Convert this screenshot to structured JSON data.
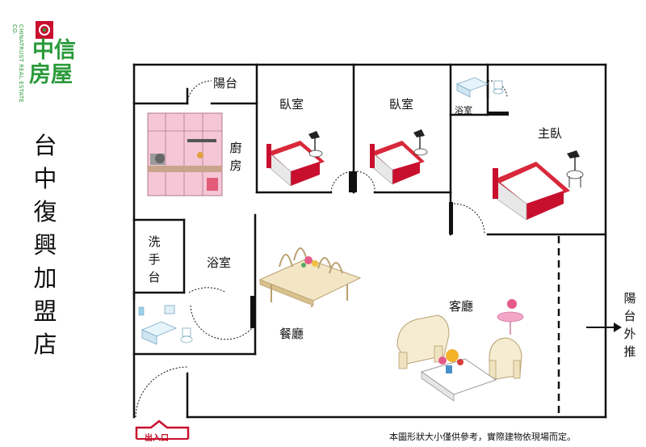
{
  "brand": {
    "name_latin": "CHINATRUST REAL ESTATE CO.",
    "name_cn": "中信房屋",
    "name_cn_l1": "中信",
    "name_cn_l2": "房屋",
    "color": "#2a9a3a",
    "mark_color": "#c8102e"
  },
  "store_name": "台中復興加盟店",
  "rooms": {
    "balcony": "陽台",
    "bedroom_1": "臥室",
    "bedroom_2": "臥室",
    "bath_small": "浴室",
    "master": "主臥",
    "kitchen": "廚房",
    "wash": "洗手台",
    "bath": "浴室",
    "dining": "餐廳",
    "living": "客廳"
  },
  "balcony_out_label": "陽台外推",
  "entrance_label": "出入口",
  "footnote": "本圖形狀大小僅供參考，實際建物依現場而定。",
  "colors": {
    "wall": "#111111",
    "accent_red": "#c8102e",
    "kitchen_pink": "#f4c6d6",
    "furniture_cream": "#f3e6c4"
  },
  "icons": [
    "bed-icon",
    "lamp-icon",
    "sink-icon",
    "bathtub-icon",
    "toilet-icon",
    "dining-table-icon",
    "sofa-icon",
    "flower-icon",
    "arrow-right-icon"
  ]
}
